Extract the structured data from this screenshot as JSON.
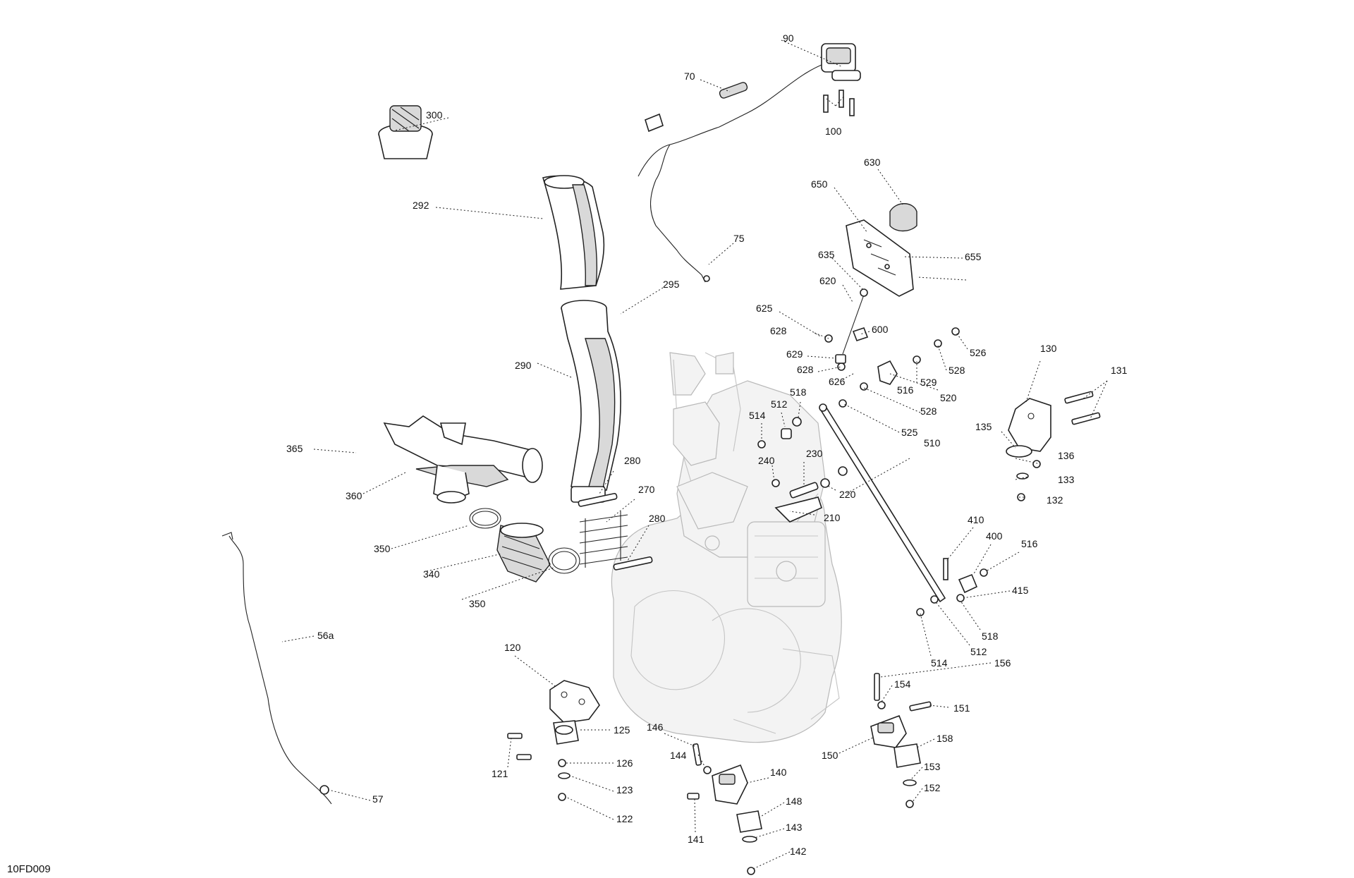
{
  "diagram_code": "10FD009",
  "callouts": [
    {
      "id": "c90",
      "text": "90"
    },
    {
      "id": "c70",
      "text": "70"
    },
    {
      "id": "c100",
      "text": "100"
    },
    {
      "id": "c300",
      "text": "300"
    },
    {
      "id": "c630",
      "text": "630"
    },
    {
      "id": "c650",
      "text": "650"
    },
    {
      "id": "c292",
      "text": "292"
    },
    {
      "id": "c75",
      "text": "75"
    },
    {
      "id": "c635",
      "text": "635"
    },
    {
      "id": "c655",
      "text": "655"
    },
    {
      "id": "c620",
      "text": "620"
    },
    {
      "id": "c295",
      "text": "295"
    },
    {
      "id": "c625",
      "text": "625"
    },
    {
      "id": "c600",
      "text": "600"
    },
    {
      "id": "c628a",
      "text": "628"
    },
    {
      "id": "c629",
      "text": "629"
    },
    {
      "id": "c628b",
      "text": "628"
    },
    {
      "id": "c626",
      "text": "626"
    },
    {
      "id": "c526",
      "text": "526"
    },
    {
      "id": "c528a",
      "text": "528"
    },
    {
      "id": "c529",
      "text": "529"
    },
    {
      "id": "c516a",
      "text": "516"
    },
    {
      "id": "c520",
      "text": "520"
    },
    {
      "id": "c528b",
      "text": "528"
    },
    {
      "id": "c525",
      "text": "525"
    },
    {
      "id": "c290",
      "text": "290"
    },
    {
      "id": "c514a",
      "text": "514"
    },
    {
      "id": "c512a",
      "text": "512"
    },
    {
      "id": "c518a",
      "text": "518"
    },
    {
      "id": "c130",
      "text": "130"
    },
    {
      "id": "c131",
      "text": "131"
    },
    {
      "id": "c135",
      "text": "135"
    },
    {
      "id": "c365",
      "text": "365"
    },
    {
      "id": "c510",
      "text": "510"
    },
    {
      "id": "c240",
      "text": "240"
    },
    {
      "id": "c230",
      "text": "230"
    },
    {
      "id": "c280a",
      "text": "280"
    },
    {
      "id": "c136",
      "text": "136"
    },
    {
      "id": "c133",
      "text": "133"
    },
    {
      "id": "c220",
      "text": "220"
    },
    {
      "id": "c360",
      "text": "360"
    },
    {
      "id": "c270",
      "text": "270"
    },
    {
      "id": "c132",
      "text": "132"
    },
    {
      "id": "c210",
      "text": "210"
    },
    {
      "id": "c280b",
      "text": "280"
    },
    {
      "id": "c410",
      "text": "410"
    },
    {
      "id": "c400",
      "text": "400"
    },
    {
      "id": "c350a",
      "text": "350"
    },
    {
      "id": "c516b",
      "text": "516"
    },
    {
      "id": "c340",
      "text": "340"
    },
    {
      "id": "c415",
      "text": "415"
    },
    {
      "id": "c350b",
      "text": "350"
    },
    {
      "id": "c518b",
      "text": "518"
    },
    {
      "id": "c56a",
      "text": "56a"
    },
    {
      "id": "c512b",
      "text": "512"
    },
    {
      "id": "c120",
      "text": "120"
    },
    {
      "id": "c514b",
      "text": "514"
    },
    {
      "id": "c156",
      "text": "156"
    },
    {
      "id": "c154",
      "text": "154"
    },
    {
      "id": "c151",
      "text": "151"
    },
    {
      "id": "c125",
      "text": "125"
    },
    {
      "id": "c146",
      "text": "146"
    },
    {
      "id": "c144",
      "text": "144"
    },
    {
      "id": "c150",
      "text": "150"
    },
    {
      "id": "c158",
      "text": "158"
    },
    {
      "id": "c126",
      "text": "126"
    },
    {
      "id": "c121",
      "text": "121"
    },
    {
      "id": "c140",
      "text": "140"
    },
    {
      "id": "c153",
      "text": "153"
    },
    {
      "id": "c123",
      "text": "123"
    },
    {
      "id": "c152",
      "text": "152"
    },
    {
      "id": "c57",
      "text": "57"
    },
    {
      "id": "c148",
      "text": "148"
    },
    {
      "id": "c122",
      "text": "122"
    },
    {
      "id": "c143",
      "text": "143"
    },
    {
      "id": "c141",
      "text": "141"
    },
    {
      "id": "c142",
      "text": "142"
    }
  ]
}
